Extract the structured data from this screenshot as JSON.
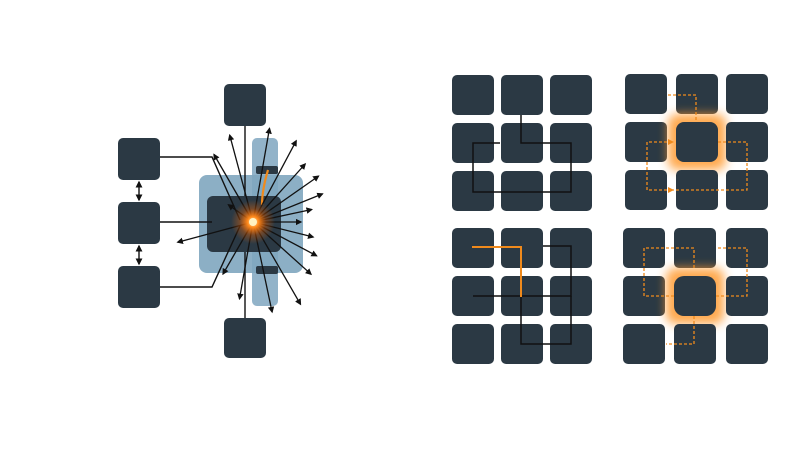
{
  "colors": {
    "background": "#ffffff",
    "tile": "#2b3944",
    "connector": "#111111",
    "accent": "#f08a1c",
    "glow": "#ffb15a",
    "panel": "#7fa6bf",
    "panel_edge": "#6e95ad"
  },
  "icons": {
    "burst": "radial-arrow-burst",
    "core": "glowing-core"
  },
  "left_diagram": {
    "label": "",
    "arrow_count": 16,
    "nodes": [
      "top",
      "left-top",
      "left-middle",
      "left-bottom",
      "bottom",
      "core"
    ]
  },
  "right_diagram": {
    "label": "",
    "grids": [
      {
        "id": "grid-a",
        "rows": 3,
        "cols": 3,
        "path_style": "solid",
        "highlight": "none"
      },
      {
        "id": "grid-b",
        "rows": 3,
        "cols": 3,
        "path_style": "dashed",
        "highlight": "center"
      },
      {
        "id": "grid-c",
        "rows": 3,
        "cols": 3,
        "path_style": "solid",
        "highlight": "path"
      },
      {
        "id": "grid-d",
        "rows": 3,
        "cols": 3,
        "path_style": "dashed",
        "highlight": "center"
      }
    ]
  }
}
